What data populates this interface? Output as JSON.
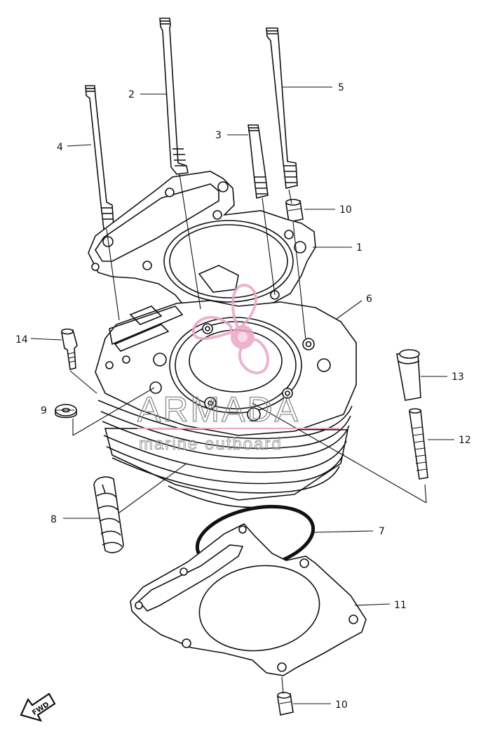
{
  "callouts": [
    {
      "id": "1",
      "text": "1"
    },
    {
      "id": "2",
      "text": "2"
    },
    {
      "id": "3",
      "text": "3"
    },
    {
      "id": "4",
      "text": "4"
    },
    {
      "id": "5",
      "text": "5"
    },
    {
      "id": "6",
      "text": "6"
    },
    {
      "id": "7",
      "text": "7"
    },
    {
      "id": "8",
      "text": "8"
    },
    {
      "id": "9",
      "text": "9"
    },
    {
      "id": "10a",
      "text": "10"
    },
    {
      "id": "10b",
      "text": "10"
    },
    {
      "id": "11",
      "text": "11"
    },
    {
      "id": "12",
      "text": "12"
    },
    {
      "id": "13",
      "text": "13"
    },
    {
      "id": "14",
      "text": "14"
    }
  ],
  "watermark": {
    "brand": "ARMADA",
    "sub": "marine outboard",
    "logo": "propeller-logo-icon",
    "color": "#e9a6c7"
  },
  "fwd_marker": {
    "text": "FWD",
    "icon": "arrow-fwd-icon"
  }
}
